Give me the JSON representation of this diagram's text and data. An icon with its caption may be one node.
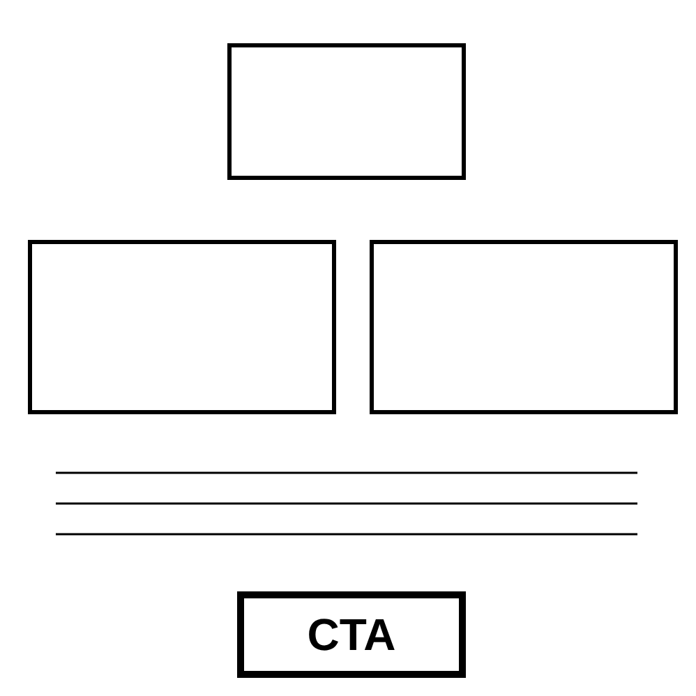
{
  "diagram": {
    "nodes": [
      {
        "text": [],
        "shape": "box"
      },
      {
        "text": [],
        "shape": "box"
      },
      {
        "text": [],
        "shape": "box"
      },
      {
        "text": [
          "CTA"
        ]
      }
    ]
  }
}
